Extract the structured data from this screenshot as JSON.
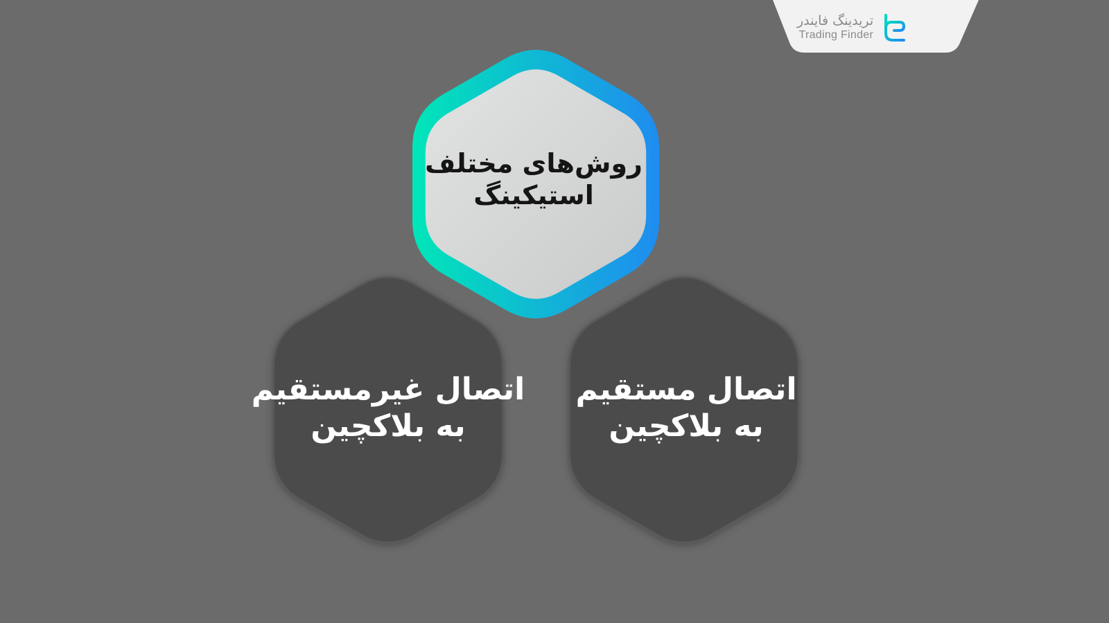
{
  "logo": {
    "name_fa": "تریدینگ فایندر",
    "name_en": "Trading Finder"
  },
  "diagram": {
    "center": {
      "line1": "روش‌های مختلف",
      "line2": "استیکینگ"
    },
    "left": {
      "line1": "اتصال غیرمستقیم",
      "line2": "به بلاکچین"
    },
    "right": {
      "line1": "اتصال مستقیم",
      "line2": "به بلاکچین"
    }
  },
  "colors": {
    "background": "#6b6b6b",
    "dark_hexagon": "#4c4c4c",
    "center_fill": "#d6d7d7",
    "gradient_start": "#00e6b8",
    "gradient_end": "#1f8cf0",
    "logo_tab": "#f2f2f2"
  }
}
